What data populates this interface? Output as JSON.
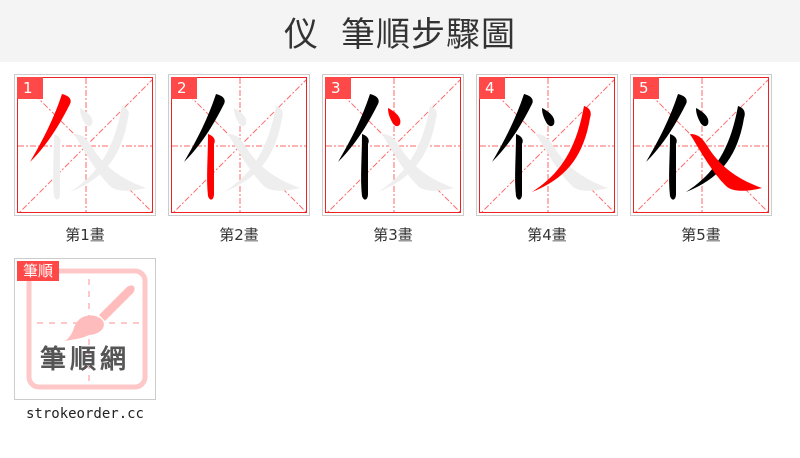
{
  "header": {
    "character": "仪",
    "title": "筆順步驟圖"
  },
  "steps": [
    {
      "number": "1",
      "label": "第1畫"
    },
    {
      "number": "2",
      "label": "第2畫"
    },
    {
      "number": "3",
      "label": "第3畫"
    },
    {
      "number": "4",
      "label": "第4畫"
    },
    {
      "number": "5",
      "label": "第5畫"
    }
  ],
  "logo": {
    "tag": "筆順",
    "name": "筆順網",
    "site": "strokeorder.cc"
  },
  "colors": {
    "accent": "#ff4848",
    "grid": "#ee2222",
    "current_stroke": "#ff0000",
    "done_stroke": "#000000",
    "pending_stroke": "#eeeeee"
  }
}
